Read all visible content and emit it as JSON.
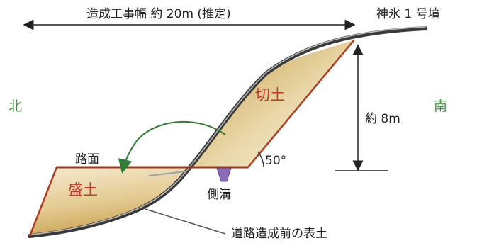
{
  "labels": {
    "width": "造成工事幅 約 20m (推定)",
    "mound": "神氷 1 号墳",
    "north": "北",
    "south": "南",
    "cut": "切土",
    "fill": "盛土",
    "height": "約 8m",
    "road": "路面",
    "angle": "50°",
    "ditch": "側溝",
    "original_ground": "道路造成前の表土"
  },
  "colors": {
    "direction": "#3c9a3c",
    "zone_text": "#c0392b",
    "cut_outline": "#b23a1e",
    "slope_line": "#3a3a3a",
    "arrow": "#2e7d32",
    "ditch": "#7b5ea7",
    "earth_dark": "#c9a24d",
    "earth_light": "#fbf5e6"
  }
}
